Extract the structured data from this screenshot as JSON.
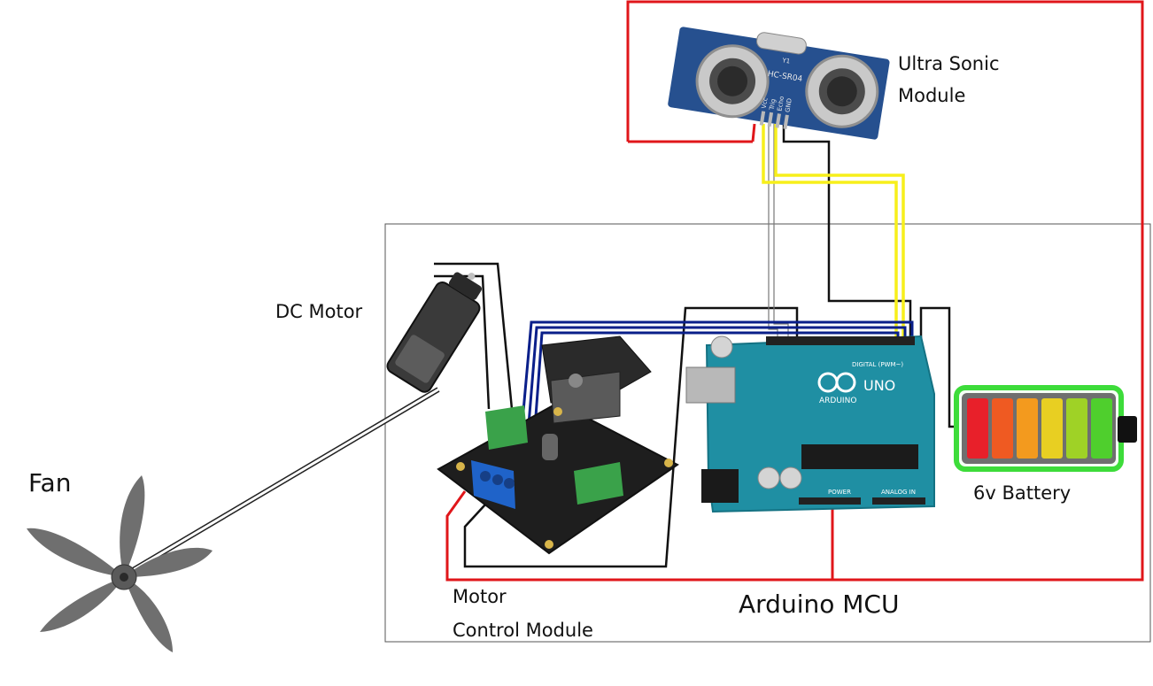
{
  "labels": {
    "ultrasonic_line1": "Ultra Sonic",
    "ultrasonic_line2": "Module",
    "dc_motor": "DC Motor",
    "fan": "Fan",
    "battery": "6v Battery",
    "motor_module_line1": "Motor",
    "motor_module_line2": "Control Module",
    "arduino": "Arduino MCU"
  },
  "parts": {
    "sensor_chip": "HC-SR04",
    "sensor_crystal": "Y1",
    "sensor_pins": [
      "Vcc",
      "Trig",
      "Echo",
      "GND"
    ],
    "arduino_logo": "UNO",
    "arduino_brand": "ARDUINO",
    "arduino_digital": "DIGITAL (PWM~)",
    "arduino_analog": "ANALOG IN",
    "arduino_power": "POWER"
  },
  "colors": {
    "power_wire": "#e0161a",
    "signal_wire": "#f7ef1b",
    "control_wire": "#0a1f8a",
    "ground_wire": "#111111",
    "sensor_board": "#26508f",
    "arduino_board": "#1f8fa3",
    "motor_driver": "#1e1e1e",
    "terminal_green": "#3aa24a",
    "terminal_blue": "#1f63c9",
    "battery_frame": "#3ddc3a",
    "fan_blade": "#6f6f6f",
    "battery_cells": [
      "#e8202a",
      "#ef5a22",
      "#f39a1e",
      "#e8cf22",
      "#9fd226",
      "#4fcf2d"
    ]
  }
}
